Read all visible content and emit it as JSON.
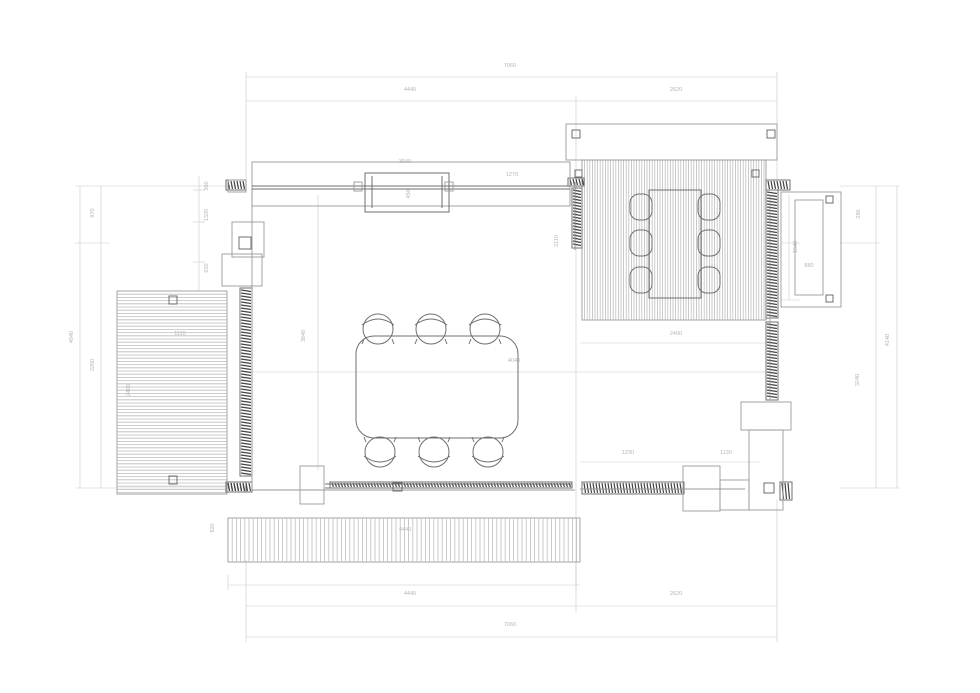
{
  "dimensions": {
    "total_top": "7060",
    "left_top": "4440",
    "right_top": "2620",
    "total_bottom": "7060",
    "left_bottom": "4440",
    "right_bottom": "2620",
    "wall_top": "3040",
    "wall_top_right": "1270",
    "window_top": "450",
    "left_side_1": "360",
    "left_side_2": "1320",
    "left_side_3": "650",
    "left_side_4": "970",
    "left_total": "4040",
    "left_lower": "2260",
    "deck_left_w": "1110",
    "deck_left_h": "2400",
    "interior_depth": "3840",
    "interior_width": "4040",
    "room_right_depth": "2110",
    "deck_right_w": "2400",
    "right_side_1": "1540",
    "right_side_2": "880",
    "right_side_3": "3240",
    "right_total": "4140",
    "right_far": "280",
    "bottom_mid_1": "1230",
    "bottom_mid_2": "1130",
    "bottom_deck_h": "820",
    "bottom_deck_w": "4440"
  }
}
